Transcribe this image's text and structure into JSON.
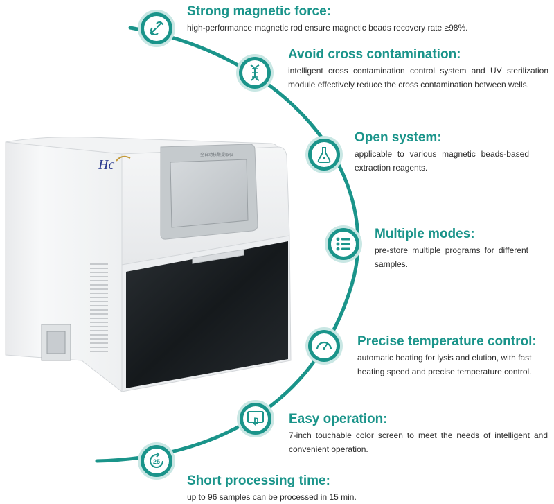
{
  "brand": {
    "logo_text": "Hc",
    "screen_label": "全自动核酸提取仪"
  },
  "features": [
    {
      "title": "Strong magnetic force:",
      "description": "high-performance magnetic rod ensure magnetic beads recovery rate  ≥98%.",
      "icon": "magnet-icon"
    },
    {
      "title": "Avoid cross contamination:",
      "description": "intelligent cross contamination control system and UV sterilization module effectively reduce the cross contamination between wells.",
      "icon": "dna-icon"
    },
    {
      "title": "Open system:",
      "description": "applicable to various magnetic beads-based extraction reagents.",
      "icon": "flask-icon"
    },
    {
      "title": "Multiple modes:",
      "description": "pre-store multiple programs for different samples.",
      "icon": "list-icon"
    },
    {
      "title": "Precise temperature control:",
      "description": "automatic heating for lysis and elution, with fast heating speed and precise temperature control.",
      "icon": "gauge-icon"
    },
    {
      "title": "Easy operation:",
      "description": "7-inch touchable color screen to meet the needs of intelligent and convenient operation.",
      "icon": "touchscreen-icon"
    },
    {
      "title": "Short processing time:",
      "description": "up to 96 samples can be processed in  15 min.",
      "icon": "timer-icon",
      "icon_text": "25"
    }
  ],
  "colors": {
    "accent": "#1a948a",
    "accent_light": "#c9e7e4"
  }
}
